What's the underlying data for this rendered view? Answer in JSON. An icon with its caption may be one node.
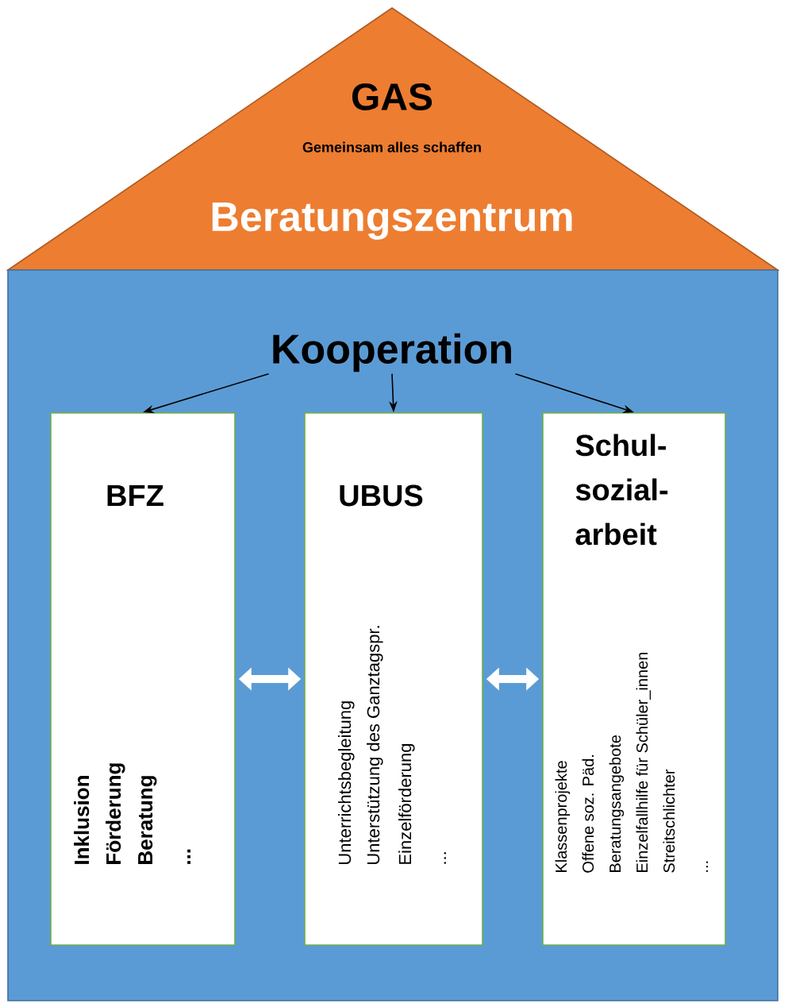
{
  "diagram": {
    "nodes": [
      {
        "text": [
          "GAS",
          "Gemeinsam alles schaffen",
          "Beratungszentrum"
        ]
      },
      {
        "text": [],
        "shape": "box"
      },
      {
        "text": [
          "Kooperation"
        ],
        "in": 1
      },
      {
        "text": [
          "BFZ",
          "Inklusion",
          "Förderung",
          "Beratung",
          "..."
        ],
        "in": 1
      },
      {
        "text": [
          "UBUS",
          "Unterrichtsbegleitung",
          "Unterstützung des Ganztagspr.",
          "Einzelförderung",
          "..."
        ],
        "in": 1
      },
      {
        "text": [
          "Schul- sozial- arbeit",
          "Klassenprojekte",
          "Offene soz. Päd.",
          "Beratungsangebote",
          "Einzelfallhilfe für Schüler_innen",
          "Streitschlichter",
          "..."
        ],
        "in": 1
      }
    ],
    "edges": [
      {
        "from": 2,
        "to": 3,
        "arrow": "to"
      },
      {
        "from": 2,
        "to": 4,
        "arrow": "to"
      },
      {
        "from": 2,
        "to": 5,
        "arrow": "to"
      },
      {
        "from": 3,
        "to": 4,
        "arrow": "both",
        "style": "thick",
        "color": "#ffffff"
      },
      {
        "from": 4,
        "to": 5,
        "arrow": "both",
        "style": "thick",
        "color": "#ffffff"
      }
    ]
  }
}
